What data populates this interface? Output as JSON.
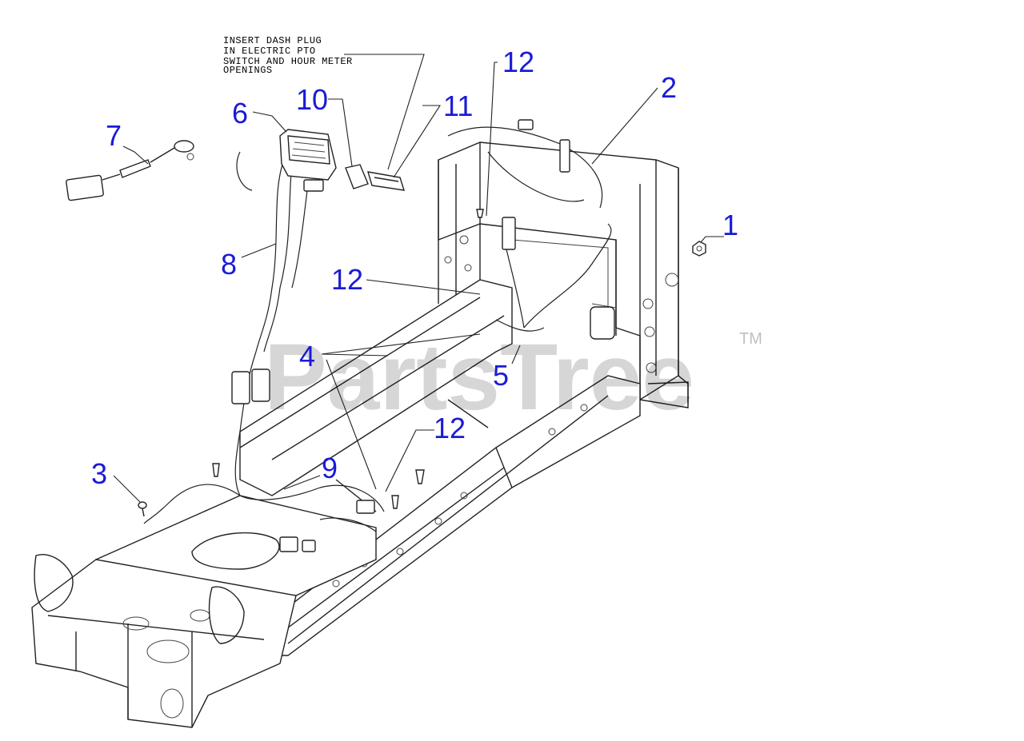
{
  "diagram": {
    "note_lines": [
      "INSERT DASH PLUG",
      "IN ELECTRIC PTO",
      "SWITCH AND HOUR METER",
      "OPENINGS"
    ],
    "callouts": {
      "c1": "1",
      "c2": "2",
      "c3": "3",
      "c4": "4",
      "c5": "5",
      "c6": "6",
      "c7": "7",
      "c8": "8",
      "c9": "9",
      "c10": "10",
      "c11": "11",
      "c12a": "12",
      "c12b": "12",
      "c12c": "12"
    },
    "watermark": "PartsTree",
    "trademark": "TM",
    "callout_color": "#1b1bd6"
  }
}
